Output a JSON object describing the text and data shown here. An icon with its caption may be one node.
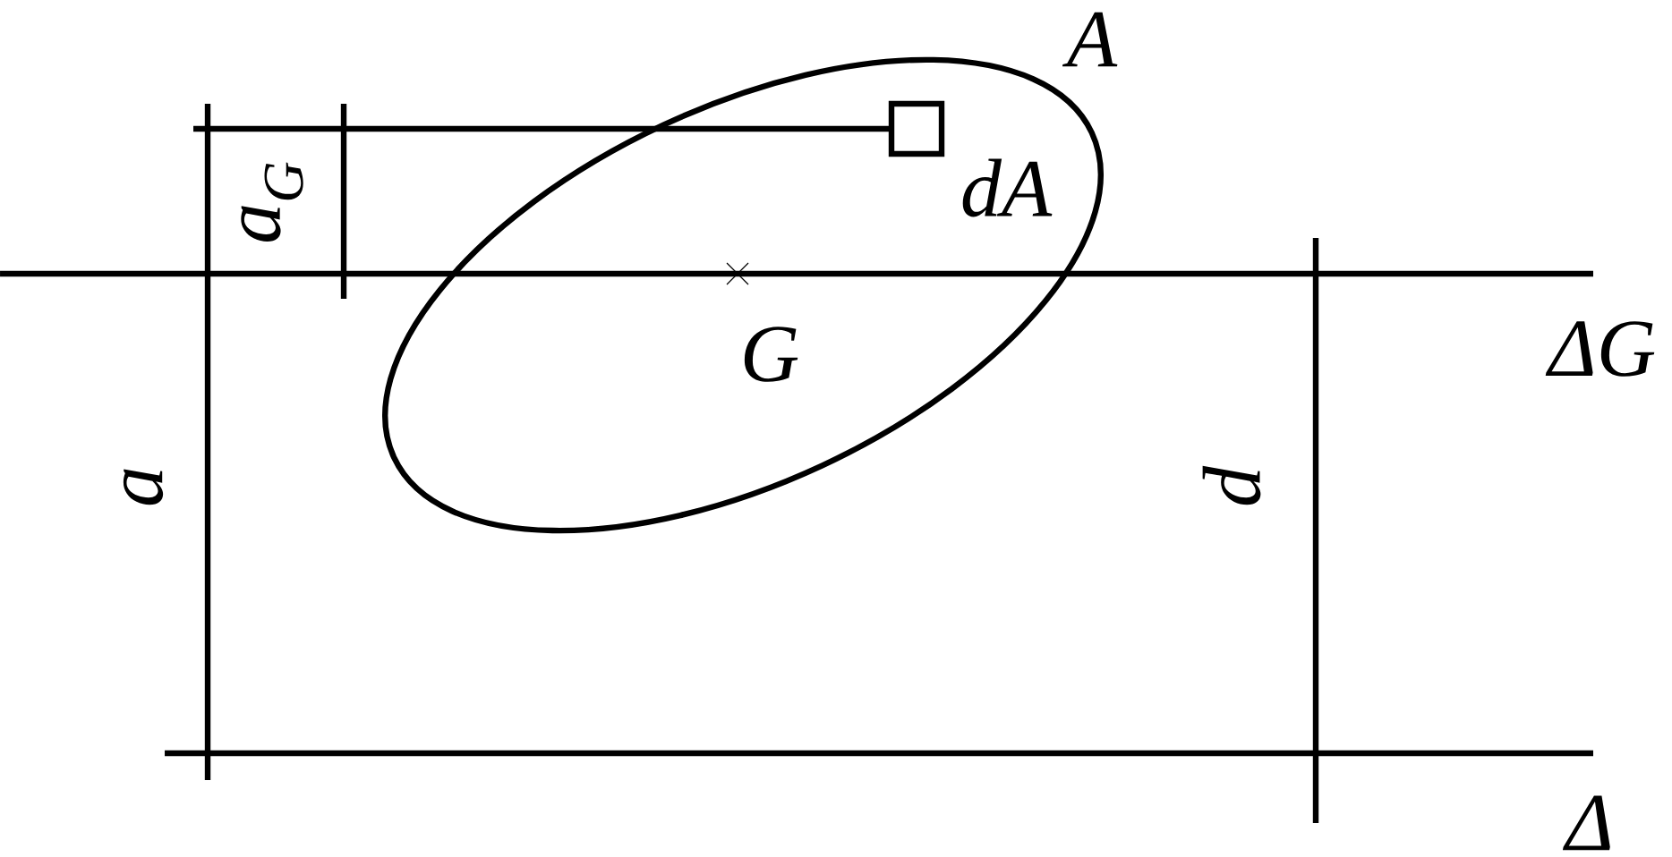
{
  "diagram": {
    "labels": [
      "A",
      "dA",
      "a$_{G}$",
      "G",
      "ΔG",
      "a",
      "d",
      "Δ"
    ]
  }
}
